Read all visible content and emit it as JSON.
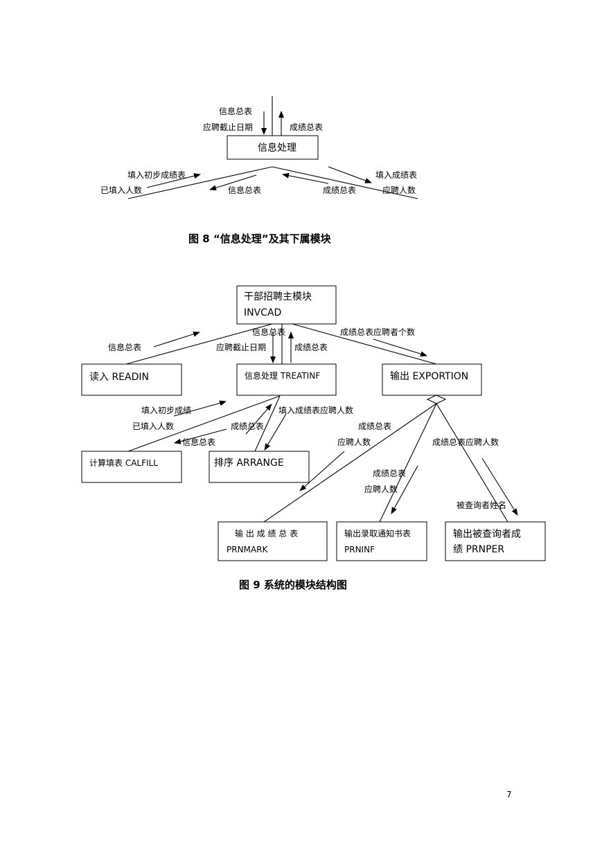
{
  "fig8": {
    "box": "信息处理",
    "labels": {
      "in_top": "信息总表",
      "in_bottom": "应聘截止日期",
      "out_top": "成绩总表",
      "left_up": "填入初步成绩表",
      "left_down": "已填入人数",
      "mid_left": "信息总表",
      "mid_right": "成绩总表",
      "right_up": "填入成绩表",
      "right_down": "应聘人数"
    },
    "caption": "图 8 “信息处理”及其下属模块"
  },
  "fig9": {
    "boxes": {
      "main_line1": "干部招聘主模块",
      "main_line2": "INVCAD",
      "read": "读入 READIN",
      "treat": "信息处理 TREATINF",
      "export": "输出 EXPORTION",
      "calfill": "计算填表 CALFILL",
      "arrange": "排序 ARRANGE",
      "prnmark_line1": "输 出 成 绩 总 表",
      "prnmark_line2": "PRNMARK",
      "prninf_line1": "输出录取通知书表",
      "prninf_line2": "PRNINF",
      "prnper_line1": "输出被查询者成",
      "prnper_line2": "绩 PRNPER"
    },
    "labels": {
      "read_info": "信息总表",
      "treat_info": "信息总表",
      "treat_date": "应聘截止日期",
      "treat_score": "成绩总表",
      "export_score": "成绩总表应聘者个数",
      "cal_fill": "填入初步成绩",
      "cal_count": "已填入人数",
      "cal_info": "信息总表",
      "arr_score": "成绩总表",
      "arr_fill": "填入成绩表应聘人数",
      "mark_score": "成绩总表",
      "mark_count": "应聘人数",
      "inf_score": "成绩总表",
      "inf_count": "应聘人数",
      "per_score": "成绩总表应聘人数",
      "per_name": "被查询者姓名"
    },
    "caption": "图 9 系统的模块结构图"
  },
  "page_number": "7"
}
